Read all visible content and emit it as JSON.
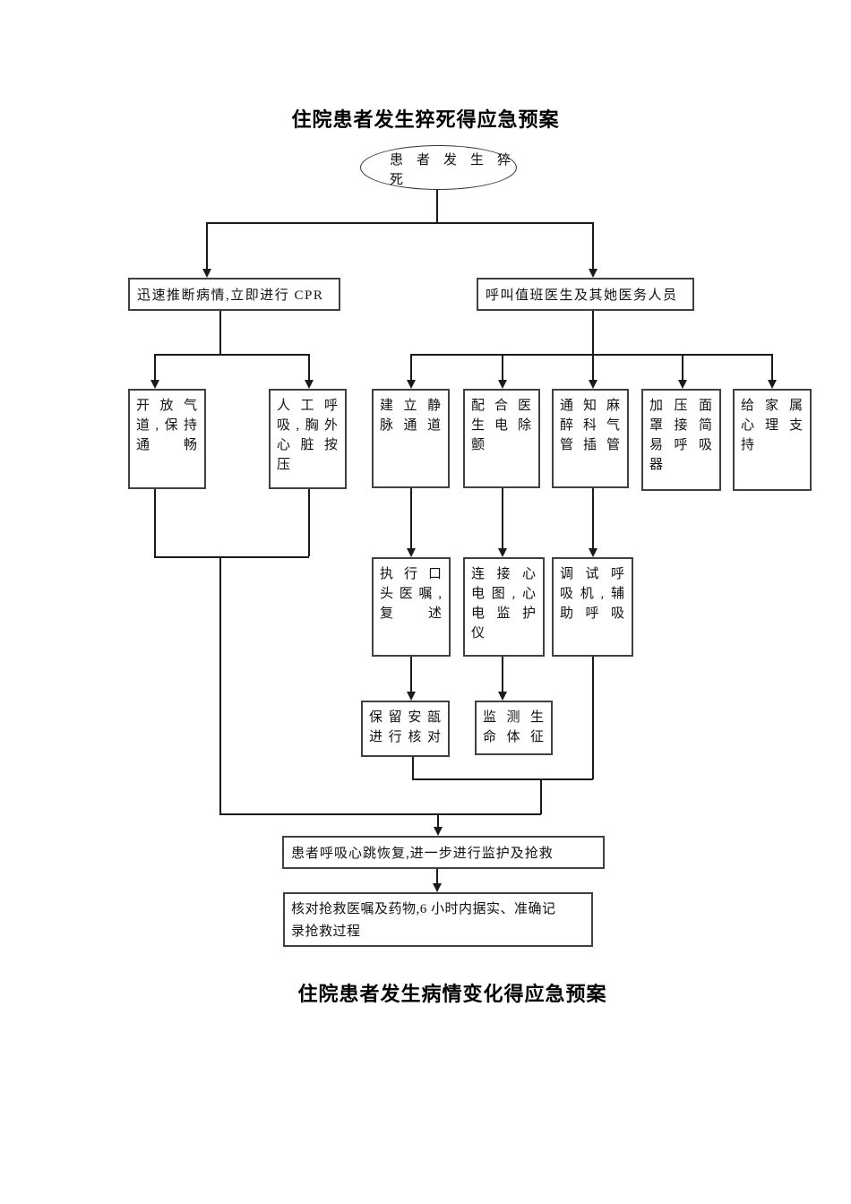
{
  "titles": {
    "top": "住院患者发生猝死得应急预案",
    "bottom": "住院患者发生病情变化得应急预案"
  },
  "nodes": {
    "start": "患者发生猝\n死",
    "assess_cpr": "迅速推断病情,立即进行 CPR",
    "call_doctor": "呼叫值班医生及其她医务人员",
    "open_airway": "开放气\n道,保持\n通畅",
    "manual_cpr": "人工呼\n吸,胸外\n心脏按\n压",
    "iv_line": "建立静\n脉通道",
    "defib": "配合医\n生电除\n颤",
    "intubation": "通知麻\n醉科气\n管插管",
    "mask_resuscitator": "加压面\n罩接简\n易呼吸\n器",
    "family_support": "给家属\n心理支\n持",
    "verbal_order": "执行口\n头医嘱,\n复述",
    "ecg_monitor": "连接心\n电图,心\n电监护\n仪",
    "ventilator": "调试呼\n吸机,辅\n助呼吸",
    "keep_ampoule": "保留安瓿\n进行核对",
    "vital_signs": "监测生\n命体征",
    "recovery_monitor": "患者呼吸心跳恢复,进一步进行监护及抢救",
    "verify_record": "核对抢救医嘱及药物,6 小时内据实、准确记\n录抢救过程"
  }
}
